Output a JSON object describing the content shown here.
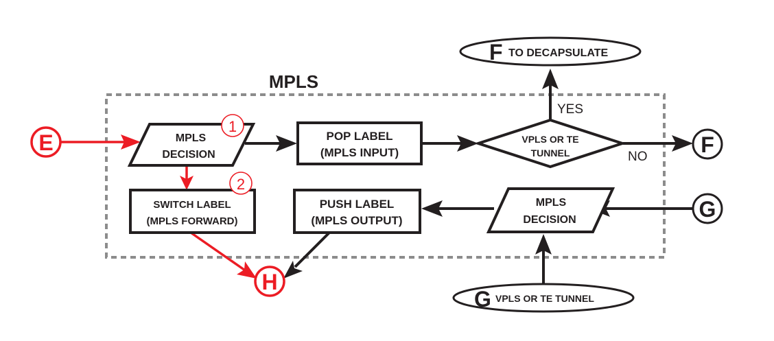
{
  "diagram": {
    "group_title": "MPLS",
    "colors": {
      "line": "#231f20",
      "highlight": "#ec1c24",
      "group_border": "#8c8c8c"
    },
    "connectors": {
      "E": "E",
      "F_out": "F",
      "G_in": "G",
      "H": "H"
    },
    "terminators": {
      "top": {
        "letter": "F",
        "label": "TO DECAPSULATE"
      },
      "bottom": {
        "letter": "G",
        "label": "VPLS OR TE TUNNEL"
      }
    },
    "nodes": {
      "mpls_decision_in": {
        "line1": "MPLS",
        "line2": "DECISION",
        "step": "1"
      },
      "pop_label": {
        "line1": "POP LABEL",
        "line2": "(MPLS INPUT)"
      },
      "vpls_decision": {
        "line1": "VPLS OR TE",
        "line2": "TUNNEL"
      },
      "switch_label": {
        "line1": "SWITCH LABEL",
        "line2": "(MPLS FORWARD)",
        "step": "2"
      },
      "push_label": {
        "line1": "PUSH LABEL",
        "line2": "(MPLS OUTPUT)"
      },
      "mpls_decision_out": {
        "line1": "MPLS",
        "line2": "DECISION"
      }
    },
    "edge_labels": {
      "yes": "YES",
      "no": "NO"
    }
  }
}
